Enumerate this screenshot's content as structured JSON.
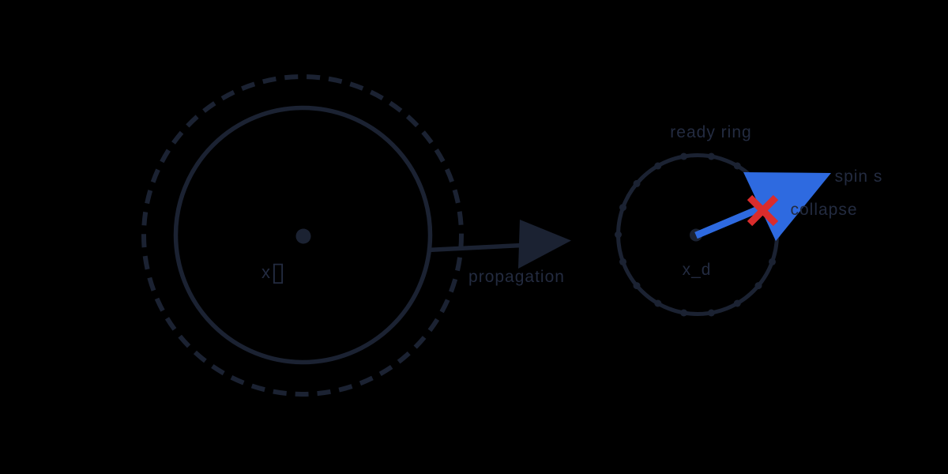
{
  "colors": {
    "background": "#000000",
    "ink": "#1b2232",
    "text": "#232b40",
    "blue": "#2e6ae0",
    "red": "#da2c2c"
  },
  "left_figure": {
    "center_label": "x",
    "missing_glyph_char": "▯"
  },
  "arrow": {
    "label": "propagation"
  },
  "right_figure": {
    "ring_label": "ready ring",
    "center_label": "x_d",
    "spin_label": "spin s",
    "collapse_label": "collapse"
  }
}
